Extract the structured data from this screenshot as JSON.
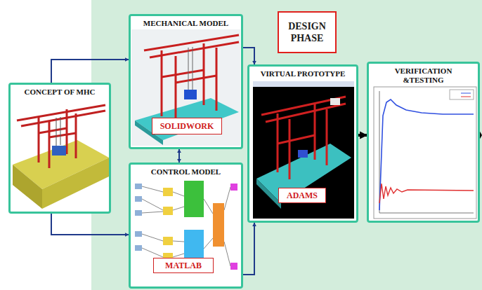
{
  "diagram": {
    "nodes": [
      {
        "text": [
          "CONCEPT OF MHC"
        ]
      },
      {
        "text": [
          "MECHANICAL MODEL"
        ]
      },
      {
        "text": [
          "SOLIDWORK"
        ],
        "in": 1
      },
      {
        "text": [
          "DESIGN PHASE"
        ]
      },
      {
        "text": [
          "VIRTUAL PROTOTYPE"
        ]
      },
      {
        "text": [
          "ADAMS"
        ],
        "in": 4
      },
      {
        "text": [
          "VERIFICATION &TESTING"
        ]
      },
      {
        "text": [
          "CONTROL MODEL"
        ]
      },
      {
        "text": [
          "MATLAB"
        ],
        "in": 7
      }
    ],
    "edges": [
      {
        "from": 0,
        "to": 1,
        "arrow": "to"
      },
      {
        "from": 0,
        "to": 7,
        "arrow": "to"
      },
      {
        "from": 1,
        "to": 7,
        "arrow": "both"
      },
      {
        "from": 1,
        "to": 4,
        "arrow": "to"
      },
      {
        "from": 7,
        "to": 4,
        "arrow": "to"
      },
      {
        "from": 4,
        "to": 6,
        "arrow": "to"
      }
    ]
  }
}
